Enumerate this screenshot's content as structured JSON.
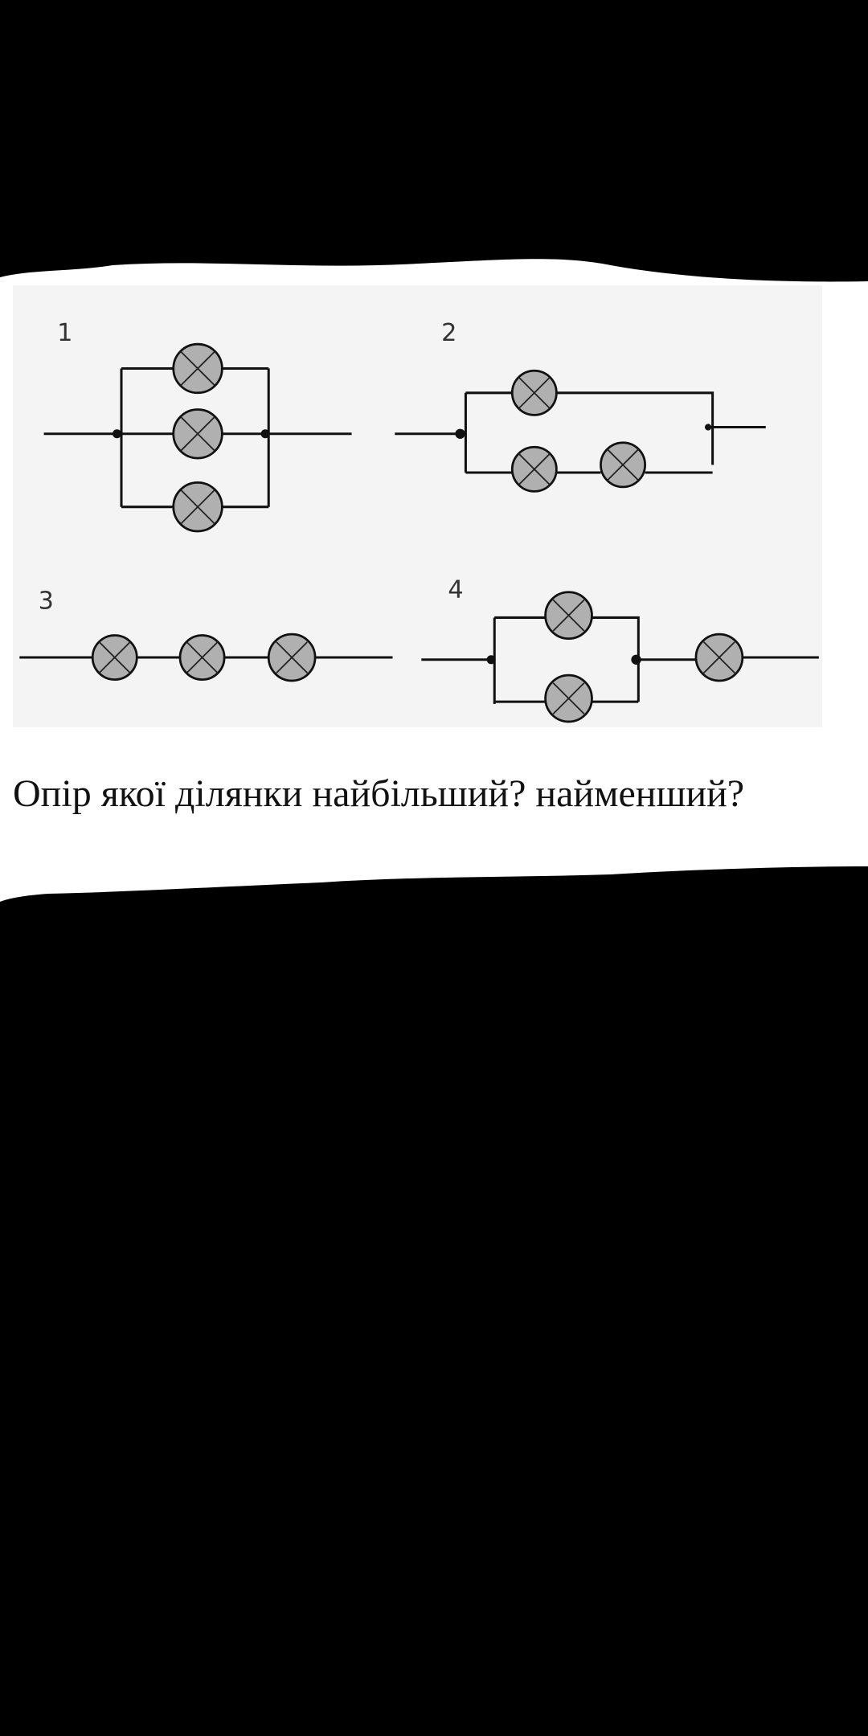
{
  "diagram": {
    "circuits": [
      {
        "label": "1",
        "description_lamps": 3
      },
      {
        "label": "2",
        "description_lamps": 3
      },
      {
        "label": "3",
        "description_lamps": 3
      },
      {
        "label": "4",
        "description_lamps": 3
      }
    ]
  },
  "question": "Опір якої ділянки найбільший? найменший?",
  "colors": {
    "background": "#f4f4f4",
    "lamp_fill": "#b0b0b0",
    "mask": "#000000"
  }
}
